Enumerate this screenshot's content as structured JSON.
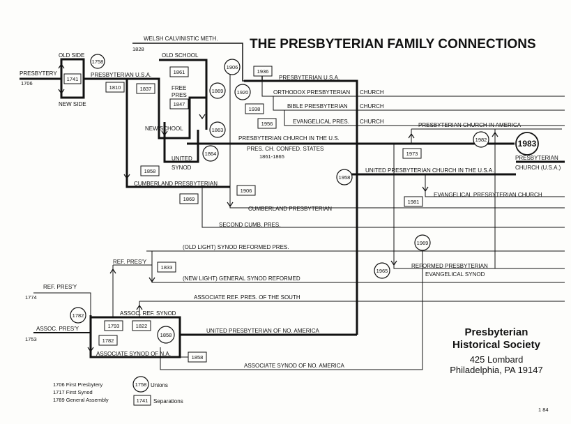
{
  "title": "THE PRESBYTERIAN FAMILY CONNECTIONS",
  "labels": {
    "welsh": "WELSH CALVINISTIC METH.",
    "y1828": "1828",
    "presbytery": "PRESBYTERY",
    "y1706": "1706",
    "old_side": "OLD SIDE",
    "new_side": "NEW SIDE",
    "pres_usa_1": "PRESBYTERIAN U.S.A.",
    "old_school": "OLD SCHOOL",
    "free_pres_1": "FREE",
    "free_pres_2": "PRES",
    "new_school": "NEW SCHOOL",
    "united_synod_1": "UNITED",
    "united_synod_2": "SYNOD",
    "pres_usa_2": "PRESBYTERIAN U.S.A.",
    "orthodox": "ORTHODOX PRESBYTERIAN",
    "bible": "BIBLE PRESBYTERIAN",
    "evangelical_pres": "EVANGELICAL PRES.",
    "church_1": "CHURCH",
    "church_2": "CHURCH",
    "church_3": "CHURCH",
    "pcus": "PRESBYTERIAN CHURCH IN THE U.S.",
    "confed": "PRES. CH. CONFED. STATES",
    "confed_years": "1861-1865",
    "pca": "PRESBYTERIAN CHURCH IN AMERICA",
    "upcusa": "UNITED PRESBYTERIAN  CHURCH IN THE  U.S.A.",
    "pcusa_1": "PRESBYTERIAN",
    "pcusa_2": "CHURCH (U.S.A.)",
    "cumberland_1": "CUMBERLAND PRESBYTERIAN",
    "cumberland_2": "CUMBERLAND PRESBYTERIAN",
    "epc": "EVANGELICAL PRESBYTERIAN CHURCH",
    "second_cumb": "SECOND CUMB. PRES.",
    "old_light": "(OLD LIGHT) SYNOD REFORMED PRES.",
    "ref_presy_1": "REF. PRES'Y",
    "new_light": "(NEW LIGHT) GENERAL SYNOD REFORMED",
    "rpes_1": "REFORMED PRESBYTERIAN",
    "rpes_2": "EVANGELICAL SYNOD",
    "ref_presy_2": "REF. PRES'Y",
    "y1774": "1774",
    "arp_south": "ASSOCIATE REF. PRES. OF THE SOUTH",
    "assoc_ref_synod": "ASSOC. REF. SYNOD",
    "assoc_presy": "ASSOC. PRES'Y",
    "y1753": "1753",
    "upna": "UNITED PRESBYTERIAN OF NO. AMERICA",
    "asna_1": "ASSOCIATE SYNOD OF N.A.",
    "asna_2": "ASSOCIATE SYNOD OF NO. AMERICA",
    "legend_1706": "1706 First Presbytery",
    "legend_1717": "1717 First Synod",
    "legend_1789": "1789 General Assembly",
    "legend_unions": "Unions",
    "legend_separations": "Separations",
    "page_no": "1 84"
  },
  "unions": {
    "u1758": "1758",
    "u1906a": "1906",
    "u1920": "1920",
    "u1869": "1869",
    "u1863": "1863",
    "u1864": "1864",
    "u1958": "1958",
    "u1982": "1982",
    "u1983": "1983",
    "u1969": "1969",
    "u1965": "1965",
    "u1782": "1782",
    "u1858": "1858",
    "leg_union": "1758"
  },
  "separations": {
    "s1741": "1741",
    "s1810": "1810",
    "s1837": "1837",
    "s1861": "1861",
    "s1847": "1847",
    "s1936": "1936",
    "s1938": "1938",
    "s1956": "1956",
    "s1858": "1858",
    "s1906": "1906",
    "s1869": "1869",
    "s1973": "1973",
    "s1981": "1981",
    "s1833": "1833",
    "s1793": "1793",
    "s1822": "1822",
    "s1782": "1782",
    "s1858b": "1858",
    "leg_sep": "1741"
  },
  "organization": {
    "name_1": "Presbyterian",
    "name_2": "Historical Society",
    "address": "425 Lombard",
    "city": "Philadelphia, PA 19147"
  }
}
